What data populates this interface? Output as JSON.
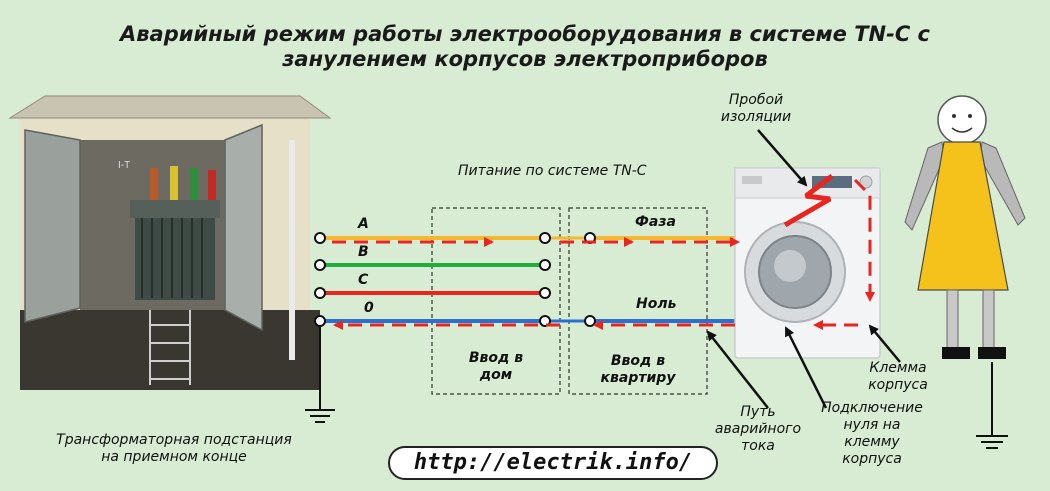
{
  "title_line1": "Аварийный режим работы электрооборудования в системе TN-C с",
  "title_line2": "занулением корпусов электроприборов",
  "supply_label": "Питание по системе TN-C",
  "insulation_breakdown": [
    "Пробой",
    "изоляции"
  ],
  "phase_label": "Фаза",
  "neutral_label": "Ноль",
  "wire_labels": [
    "A",
    "B",
    "C",
    "0"
  ],
  "house_input": [
    "Ввод в",
    "дом"
  ],
  "apartment_input": [
    "Ввод в",
    "квартиру"
  ],
  "substation_caption": [
    "Трансформаторная подстанция",
    "на приемном конце"
  ],
  "fault_current_path": [
    "Путь",
    "аварийного",
    "тока"
  ],
  "neutral_connection": [
    "Подключение",
    "нуля на",
    "клемму",
    "корпуса"
  ],
  "case_terminal": [
    "Клемма",
    "корпуса"
  ],
  "transformer_tag": "I-T",
  "url": "http://electrik.info/",
  "colors": {
    "phase_a": "#f5b82e",
    "phase_b": "#1fae3c",
    "phase_c": "#e8251f",
    "neutral": "#2b6fd1",
    "fault": "#e8251f",
    "background": "#d7ecd3"
  }
}
